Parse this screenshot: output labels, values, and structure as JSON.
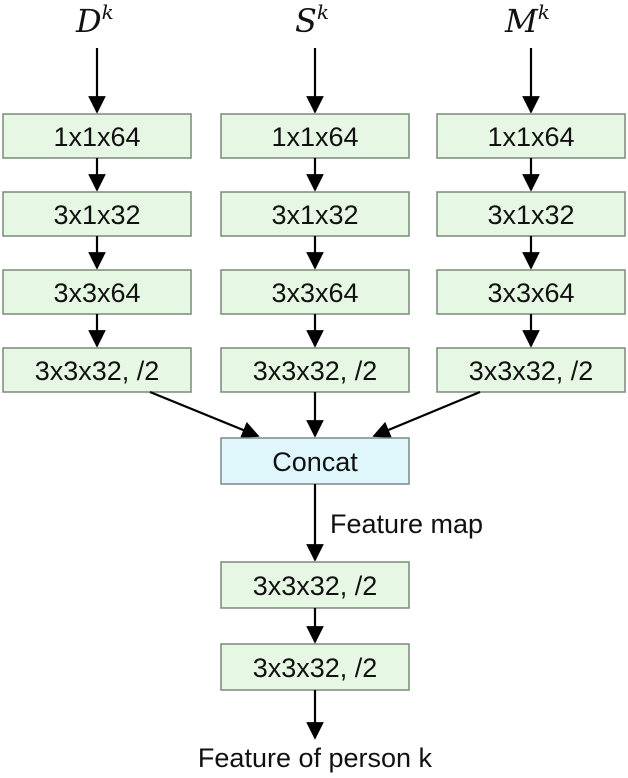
{
  "inputs": [
    {
      "base": "D",
      "sup": "k"
    },
    {
      "base": "S",
      "sup": "k"
    },
    {
      "base": "M",
      "sup": "k"
    }
  ],
  "branches": [
    [
      "1x1x64",
      "3x1x32",
      "3x3x64",
      "3x3x32, /2"
    ],
    [
      "1x1x64",
      "3x1x32",
      "3x3x64",
      "3x3x32, /2"
    ],
    [
      "1x1x64",
      "3x1x32",
      "3x3x64",
      "3x3x32, /2"
    ]
  ],
  "concat": {
    "label": "Concat"
  },
  "feature_map_label": "Feature map",
  "tail": [
    "3x3x32, /2",
    "3x3x32, /2"
  ],
  "output_label": "Feature of person k",
  "colors": {
    "layer_fill": "#e6f7e3",
    "concat_fill": "#dff6fb",
    "edge": "#000000"
  }
}
